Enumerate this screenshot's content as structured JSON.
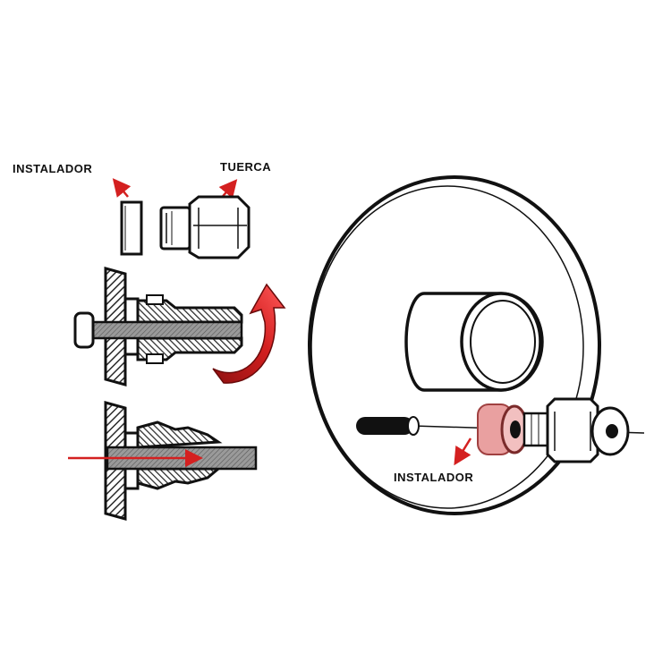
{
  "labels": {
    "instalador_top": "INSTALADOR",
    "tuerca": "TUERCA",
    "instalador_right": "INSTALADOR"
  },
  "colors": {
    "ink": "#111111",
    "accent": "#d42020",
    "accent_dark": "#8f1010",
    "installer_pink": "#e9a0a0",
    "paper": "#ffffff",
    "hatch": "#2a2a2a"
  },
  "icons": {
    "rotation_arrow": "curved-arrow-icon",
    "pointer_arrow": "arrow-icon"
  }
}
